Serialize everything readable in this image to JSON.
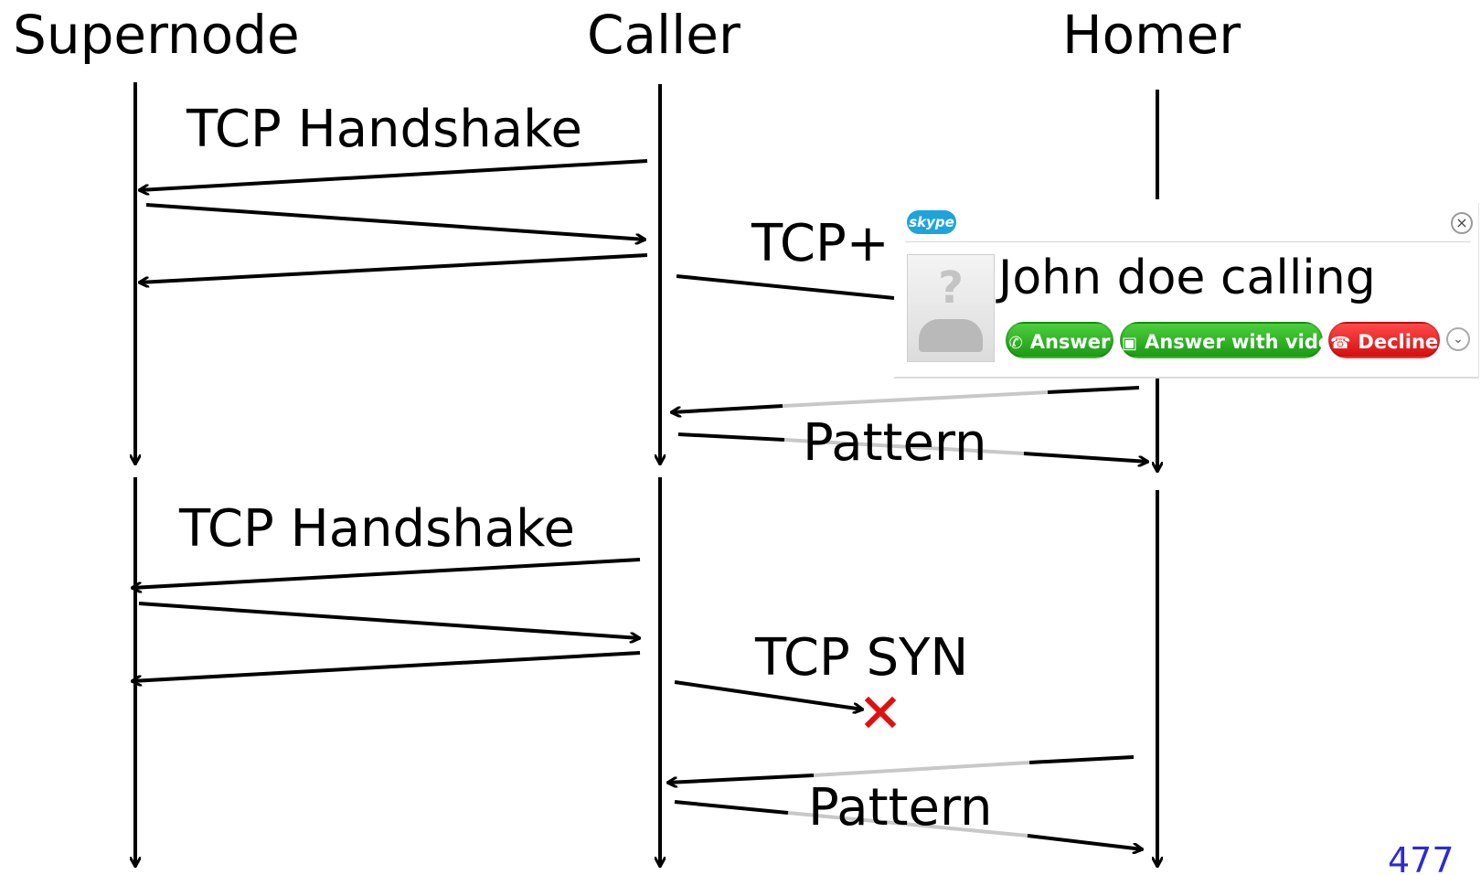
{
  "participants": {
    "supernode": "Supernode",
    "caller": "Caller",
    "homer": "Homer"
  },
  "messages": {
    "handshake_1": "TCP Handshake",
    "tcp_plus": "TCP+",
    "pattern_1": "Pattern",
    "handshake_2": "TCP Handshake",
    "tcp_syn": "TCP SYN",
    "pattern_2": "Pattern"
  },
  "popup": {
    "logo": "skype",
    "caller_text": "John doe calling",
    "answer_label": "Answer",
    "answer_video_label": "Answer with video",
    "decline_label": "Decline",
    "close_icon": "close-icon",
    "more_icon": "chevron-down-icon"
  },
  "page_number": "477",
  "colors": {
    "line": "#000000",
    "faded": "#c8c8c8",
    "blocked": "#e01010",
    "page_number": "#2b2bd6",
    "answer": "#2aab1e",
    "decline": "#e41a1a",
    "skype": "#1ea3dd"
  }
}
